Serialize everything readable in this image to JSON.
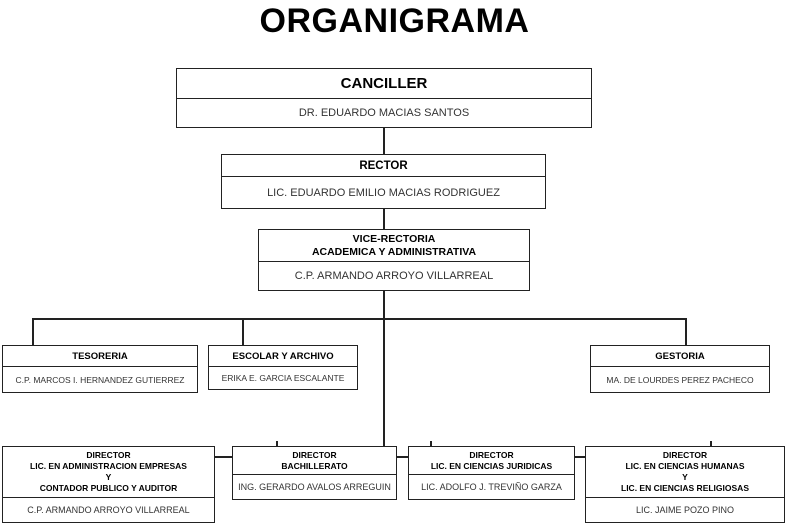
{
  "title": "ORGANIGRAMA",
  "chart_data": {
    "type": "diagram",
    "diagram_kind": "organizational-chart",
    "title": "ORGANIGRAMA",
    "levels": 5,
    "nodes": [
      {
        "id": "canciller",
        "role": [
          "CANCILLER"
        ],
        "person": "DR. EDUARDO MACIAS SANTOS",
        "level": 1,
        "parent": null
      },
      {
        "id": "rector",
        "role": [
          "RECTOR"
        ],
        "person": "LIC. EDUARDO EMILIO MACIAS RODRIGUEZ",
        "level": 2,
        "parent": "canciller"
      },
      {
        "id": "vicerectoria",
        "role": [
          "VICE-RECTORIA",
          "ACADEMICA  Y  ADMINISTRATIVA"
        ],
        "person": "C.P. ARMANDO ARROYO VILLARREAL",
        "level": 3,
        "parent": "rector"
      },
      {
        "id": "tesoreria",
        "role": [
          "TESORERIA"
        ],
        "person": "C.P. MARCOS I. HERNANDEZ GUTIERREZ",
        "level": 4,
        "parent": "vicerectoria"
      },
      {
        "id": "escolar",
        "role": [
          "ESCOLAR Y ARCHIVO"
        ],
        "person": "ERIKA E. GARCIA ESCALANTE",
        "level": 4,
        "parent": "vicerectoria"
      },
      {
        "id": "gestoria",
        "role": [
          "GESTORIA"
        ],
        "person": "MA. DE LOURDES PEREZ PACHECO",
        "level": 4,
        "parent": "vicerectoria"
      },
      {
        "id": "dir-admon",
        "role": [
          "DIRECTOR",
          "LIC. EN ADMINISTRACION EMPRESAS",
          "Y",
          "CONTADOR PUBLICO Y AUDITOR"
        ],
        "person": "C.P. ARMANDO ARROYO VILLARREAL",
        "level": 5,
        "parent": "vicerectoria"
      },
      {
        "id": "dir-bach",
        "role": [
          "DIRECTOR",
          "BACHILLERATO"
        ],
        "person": "ING. GERARDO AVALOS ARREGUIN",
        "level": 5,
        "parent": "vicerectoria"
      },
      {
        "id": "dir-juri",
        "role": [
          "DIRECTOR",
          "LIC. EN CIENCIAS JURIDICAS"
        ],
        "person": "LIC. ADOLFO J. TREVIÑO GARZA",
        "level": 5,
        "parent": "vicerectoria"
      },
      {
        "id": "dir-hum",
        "role": [
          "DIRECTOR",
          "LIC. EN CIENCIAS HUMANAS",
          "Y",
          "LIC. EN CIENCIAS RELIGIOSAS"
        ],
        "person": "LIC. JAIME POZO PINO",
        "level": 5,
        "parent": "vicerectoria"
      }
    ]
  },
  "nodes": {
    "canciller": {
      "role_line1": "CANCILLER",
      "person": "DR. EDUARDO MACIAS SANTOS"
    },
    "rector": {
      "role_line1": "RECTOR",
      "person": "LIC. EDUARDO EMILIO MACIAS RODRIGUEZ"
    },
    "vicerectoria": {
      "role_line1": "VICE-RECTORIA",
      "role_line2": "ACADEMICA  Y  ADMINISTRATIVA",
      "person": "C.P. ARMANDO ARROYO VILLARREAL"
    },
    "tesoreria": {
      "role_line1": "TESORERIA",
      "person": "C.P. MARCOS I. HERNANDEZ GUTIERREZ"
    },
    "escolar": {
      "role_line1": "ESCOLAR Y ARCHIVO",
      "person": "ERIKA E. GARCIA ESCALANTE"
    },
    "gestoria": {
      "role_line1": "GESTORIA",
      "person": "MA. DE LOURDES PEREZ PACHECO"
    },
    "dir_admon": {
      "role_line1": "DIRECTOR",
      "role_line2": "LIC. EN ADMINISTRACION EMPRESAS",
      "role_line3": "Y",
      "role_line4": "CONTADOR PUBLICO Y AUDITOR",
      "person": "C.P. ARMANDO ARROYO VILLARREAL"
    },
    "dir_bach": {
      "role_line1": "DIRECTOR",
      "role_line2": "BACHILLERATO",
      "person": "ING. GERARDO AVALOS ARREGUIN"
    },
    "dir_juri": {
      "role_line1": "DIRECTOR",
      "role_line2": "LIC. EN CIENCIAS JURIDICAS",
      "person": "LIC. ADOLFO J. TREVIÑO GARZA"
    },
    "dir_hum": {
      "role_line1": "DIRECTOR",
      "role_line2": "LIC. EN CIENCIAS HUMANAS",
      "role_line3": "Y",
      "role_line4": "LIC. EN CIENCIAS RELIGIOSAS",
      "person": "LIC. JAIME POZO PINO"
    }
  },
  "colors": {
    "border": "#222222",
    "role_text": "#000000",
    "person_text": "#333333",
    "background": "#ffffff"
  }
}
